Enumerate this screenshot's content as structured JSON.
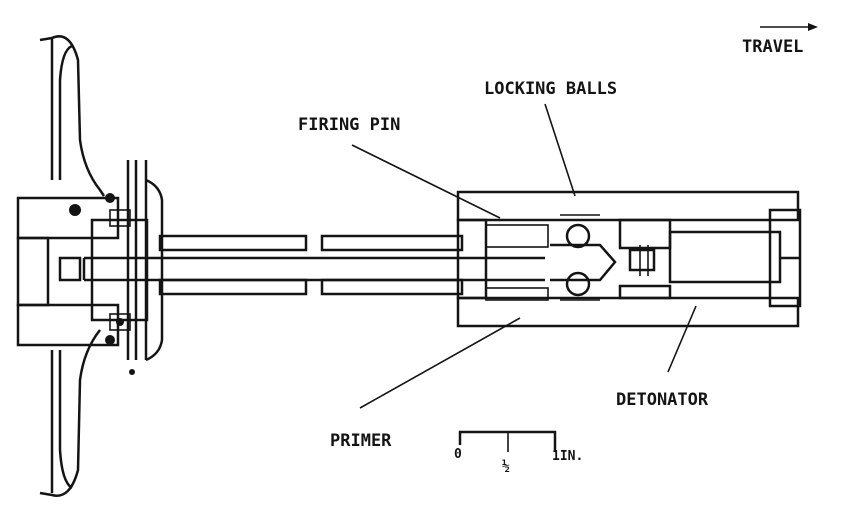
{
  "labels": {
    "travel": "TRAVEL",
    "locking_balls": "LOCKING BALLS",
    "firing_pin": "FIRING PIN",
    "primer": "PRIMER",
    "detonator": "DETONATOR"
  },
  "scale": {
    "zero": "0",
    "half": "½",
    "one": "1IN."
  },
  "colors": {
    "ink": "#141414",
    "paper": "#ffffff"
  }
}
